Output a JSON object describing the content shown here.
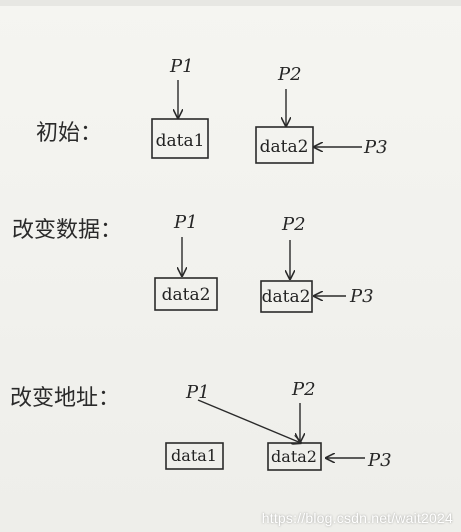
{
  "sections": {
    "init": {
      "label": "初始："
    },
    "change_data": {
      "label": "改变数据："
    },
    "change_address": {
      "label": "改变地址："
    }
  },
  "pointers": {
    "p1": "P1",
    "p2": "P2",
    "p3": "P3"
  },
  "boxes": {
    "init_left": "data1",
    "init_right": "data2",
    "cd_left": "data2",
    "cd_right": "data2",
    "ca_left": "data1",
    "ca_right": "data2"
  },
  "watermark": "https://blog.csdn.net/wait2024"
}
